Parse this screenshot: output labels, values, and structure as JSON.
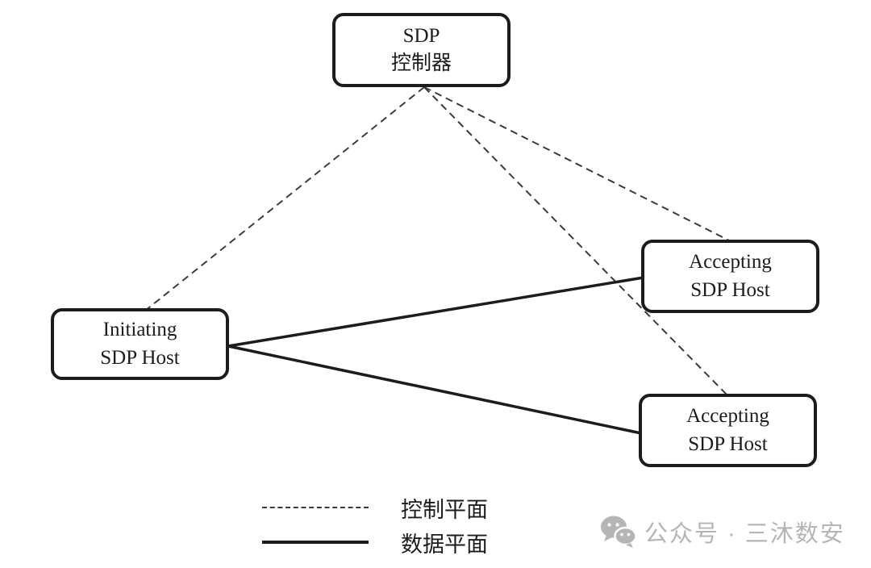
{
  "diagram": {
    "nodes": {
      "controller": {
        "line1": "SDP",
        "line2": "控制器"
      },
      "initiating": {
        "line1": "Initiating",
        "line2": "SDP Host"
      },
      "accepting_top": {
        "line1": "Accepting",
        "line2": "SDP Host"
      },
      "accepting_bottom": {
        "line1": "Accepting",
        "line2": "SDP Host"
      }
    },
    "connections": [
      {
        "from": "controller",
        "to": "initiating",
        "plane": "control",
        "style": "dashed"
      },
      {
        "from": "controller",
        "to": "accepting_top",
        "plane": "control",
        "style": "dashed"
      },
      {
        "from": "controller",
        "to": "accepting_bottom",
        "plane": "control",
        "style": "dashed"
      },
      {
        "from": "initiating",
        "to": "accepting_top",
        "plane": "data",
        "style": "solid"
      },
      {
        "from": "initiating",
        "to": "accepting_bottom",
        "plane": "data",
        "style": "solid"
      }
    ]
  },
  "legend": {
    "control_plane_label": "控制平面",
    "data_plane_label": "数据平面"
  },
  "watermark": {
    "icon": "wechat-icon",
    "text": "公众号 · 三沐数安"
  },
  "colors": {
    "box_border": "#1c1c1c",
    "text": "#1c1c1c",
    "dashed_line": "#3a3a3a",
    "solid_line": "#1c1c1c",
    "watermark": "#b5b5b5",
    "background": "#ffffff"
  }
}
